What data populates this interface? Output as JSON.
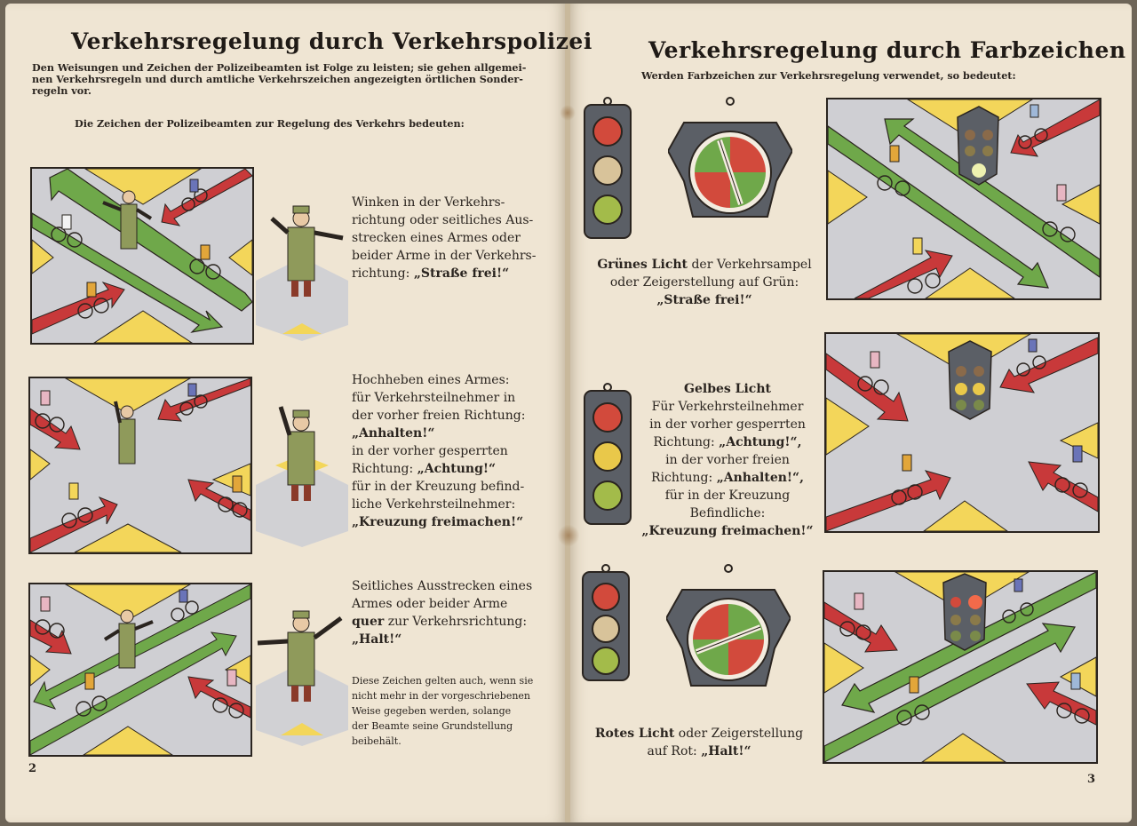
{
  "left_page": {
    "title": "Verkehrsregelung durch Verkehrspolizei",
    "intro_lines": [
      "Den Weisungen und Zeichen der Polizeibeamten ist Folge zu leisten; sie gehen allgemei-",
      "nen Verkehrsregeln und durch amtliche Verkehrszeichen angezeigten örtlichen Sonder-",
      "regeln vor."
    ],
    "subheading": "Die Zeichen der Polizeibeamten zur Regelung des Verkehrs bedeuten:",
    "signals": [
      {
        "lines": [
          "Winken in der Verkehrs-",
          "richtung oder seitliches Aus-",
          "strecken eines Armes oder",
          "beider Arme in der Verkehrs-"
        ],
        "tail_text": "richtung: ",
        "emphasis": "„Straße frei!“"
      },
      {
        "lines": [
          "Hochheben eines Armes:",
          "für Verkehrsteilnehmer in",
          "der vorher freien Richtung:"
        ],
        "emphasis1": "„Anhalten!“",
        "lines2": [
          "in der vorher gesperrten"
        ],
        "tail_text2": "Richtung: ",
        "emphasis2": "„Achtung!“",
        "lines3": [
          "für in der Kreuzung befind-",
          "liche Verkehrsteilnehmer:"
        ],
        "emphasis3": "„Kreuzung freimachen!“"
      },
      {
        "lines": [
          "Seitliches Ausstrecken eines",
          "Armes oder beider Arme"
        ],
        "emphasis_word": "quer",
        "tail_text": " zur Verkehrsrichtung:",
        "emphasis": "„Halt!“",
        "note_lines": [
          "Diese Zeichen gelten auch, wenn sie",
          "nicht mehr in der vorgeschriebenen",
          "Weise gegeben werden, solange",
          "der Beamte seine Grundstellung",
          "beibehält."
        ]
      }
    ],
    "page_number": "2"
  },
  "right_page": {
    "title": "Verkehrsregelung durch Farbzeichen",
    "subheading": "Werden Farbzeichen zur Verkehrsregelung verwendet, so bedeutet:",
    "green": {
      "bold_lead": "Grünes Licht",
      "line1_rest": " der Verkehrsampel",
      "line2": "oder Zeigerstellung auf Grün:",
      "emphasis": "„Straße frei!“"
    },
    "yellow": {
      "heading": "Gelbes Licht",
      "lines": [
        "Für Verkehrsteilnehmer",
        "in der vorher gesperrten"
      ],
      "line3_pre": "Richtung: ",
      "emphasis1": "„Achtung!“,",
      "lines2": [
        "in der vorher freien"
      ],
      "line5_pre": "Richtung: ",
      "emphasis2": "„Anhalten!“,",
      "lines3": [
        "für in der Kreuzung",
        "Befindliche:"
      ],
      "emphasis3": "„Kreuzung freimachen!“"
    },
    "red": {
      "bold_lead": "Rotes Licht",
      "line1_rest": " oder Zeigerstellung",
      "line2_pre": "auf Rot: ",
      "emphasis": "„Halt!“"
    },
    "page_number": "3"
  },
  "colors": {
    "paper": "#efe5d3",
    "road": "#cfcfd3",
    "arrow_green": "#6fa84a",
    "arrow_red": "#c8393a",
    "yellow": "#f3d65a",
    "uniform": "#8f9a5b",
    "lamp_red": "#d24a3c",
    "lamp_yellow": "#e9c84a",
    "lamp_green": "#7cae4a"
  }
}
